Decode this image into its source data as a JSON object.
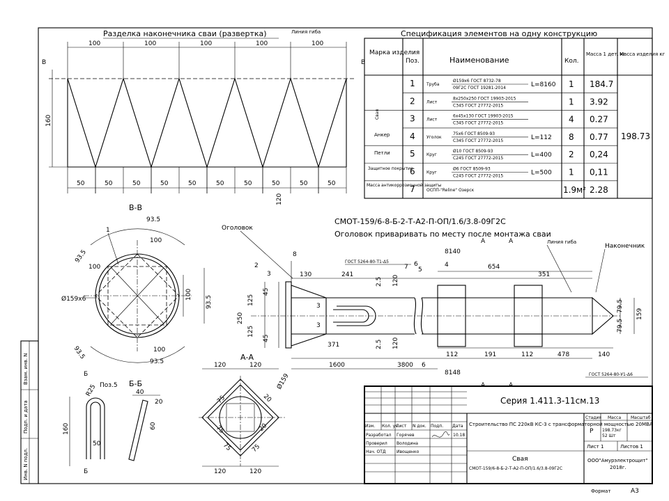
{
  "unfold": {
    "title": "Разделка наконечника сваи (развертка)",
    "bend_label": "Линия гиба",
    "top_dims": [
      "100",
      "100",
      "100",
      "100",
      "100"
    ],
    "bottom_dims": [
      "50",
      "50",
      "50",
      "50",
      "50",
      "50",
      "50",
      "50",
      "50",
      "50"
    ],
    "height": "160",
    "section_mark": "В"
  },
  "spec": {
    "title": "Спецификация элементов на одну конструкцию",
    "headers": {
      "mark": "Марка изделия",
      "pos": "Поз.",
      "name": "Наименование",
      "qty": "Кол.",
      "mass_unit": "Масса 1 дет. кг",
      "mass_total": "Масса изделия кг"
    },
    "groups": {
      "svaya": "Свая",
      "anker": "Анкер",
      "petlya": "Петли",
      "coat": "Защитное покрытие",
      "note": "Масса антикоррозионной защиты"
    },
    "rows": [
      {
        "pos": "1",
        "kind": "Труба",
        "line1": "Ø159х6 ГОСТ 8732-78",
        "line2": "09Г2С ГОСТ 19281-2014",
        "len": "L=8160",
        "qty": "1",
        "mass": "184.7"
      },
      {
        "pos": "2",
        "kind": "Лист",
        "line1": "8х250х250 ГОСТ 19903-2015",
        "line2": "С345 ГОСТ 27772-2015",
        "len": "",
        "qty": "1",
        "mass": "3.92"
      },
      {
        "pos": "3",
        "kind": "Лист",
        "line1": "6х45х130 ГОСТ 19903-2015",
        "line2": "С345 ГОСТ 27772-2015",
        "len": "",
        "qty": "4",
        "mass": "0.27"
      },
      {
        "pos": "4",
        "kind": "Уголок",
        "line1": "75х6 ГОСТ 8509-93",
        "line2": "С345 ГОСТ 27772-2015",
        "len": "L=112",
        "qty": "8",
        "mass": "0.77"
      },
      {
        "pos": "5",
        "kind": "Круг",
        "line1": "Ø10 ГОСТ 8509-93",
        "line2": "С245 ГОСТ 27772-2015",
        "len": "L=400",
        "qty": "2",
        "mass": "0,24"
      },
      {
        "pos": "6",
        "kind": "Круг",
        "line1": "Ø6 ГОСТ 8509-93",
        "line2": "С245 ГОСТ 27772-2015",
        "len": "L=500",
        "qty": "1",
        "mass": "0,11"
      },
      {
        "pos": "7",
        "kind": "ОСПП-\"Reline\" Озерск",
        "line1": "",
        "line2": "",
        "len": "",
        "qty": "1.9м²",
        "mass": "2.28"
      }
    ],
    "total": "198.73"
  },
  "section_bb": {
    "title": "В-В",
    "dims": [
      "93.5",
      "100",
      "93.5",
      "100",
      "100",
      "93.5",
      "93.5",
      "100",
      "93.5"
    ],
    "diameter": "Ø159х6",
    "mark1": "1"
  },
  "main_view": {
    "code": "СМОТ-159/6-8-Б-2-Т-А2-П-ОП/1.6/3.8-09Г2С",
    "note": "Оголовок приваривать по месту после монтажа сваи",
    "head_label": "Оголовок",
    "tip_label": "Наконечник",
    "bend_label": "Линия гиба",
    "gost_top": "ГОСТ 5264-80-Т1-Δ5",
    "gost_bottom": "ГОСТ 5264-80-У1-Δ6",
    "dims": {
      "d8": "8",
      "d8140": "8140",
      "d654": "654",
      "d130": "130",
      "d241": "241",
      "d351": "351",
      "d2_5a": "2.5",
      "d120a": "120",
      "d250": "250",
      "d125a": "125",
      "d125b": "125",
      "d45a": "45",
      "d45b": "45",
      "d3a": "3",
      "d3b": "3",
      "d371": "371",
      "d2_5b": "2.5",
      "d120b": "120",
      "d79_5a": "79.5",
      "d79_5b": "79.5",
      "d159": "159",
      "d112a": "112",
      "d191": "191",
      "d112b": "112",
      "d478": "478",
      "d140": "140",
      "d1600": "1600",
      "d3800": "3800",
      "d6": "6",
      "d8148": "8148",
      "d120v": "120"
    },
    "callouts": [
      "2",
      "3",
      "4",
      "5",
      "6",
      "7"
    ],
    "section_a": "А"
  },
  "section_aa": {
    "title": "А-А",
    "dims": [
      "120",
      "120",
      "75",
      "75",
      "75",
      "75",
      "20",
      "20",
      "120",
      "120",
      "Ø159"
    ]
  },
  "pos5": {
    "title": "Поз.5",
    "dims": {
      "r": "R25",
      "h": "160",
      "w": "50"
    },
    "mark": "Б"
  },
  "section_bb2": {
    "title": "Б-Б",
    "dims": {
      "a": "40",
      "b": "20",
      "c": "60"
    }
  },
  "title_block": {
    "series": "Серия 1.411.3-11см.13",
    "project": "Строительство ПС 220кВ КС-3 с трансформаторной мощностью 20МВА",
    "item": "Свая",
    "item_code": "СМОТ-159/6-8-Б-2-Т-А2-П-ОП/1.6/3.8-09Г2С",
    "head_cols": [
      "Изм.",
      "Кол. уч.",
      "Лист",
      "N док.",
      "Подп.",
      "Дата"
    ],
    "roles": [
      {
        "role": "Разработал",
        "name": "Горячев",
        "date": "10.18"
      },
      {
        "role": "Проверил",
        "name": "Володина",
        "date": ""
      },
      {
        "role": "Нач. ОТД",
        "name": "Ивощенко",
        "date": ""
      }
    ],
    "stage_h": "Стадия",
    "mass_h": "Масса",
    "scale_h": "Масштаб",
    "stage": "Р",
    "mass": "198.73кг",
    "mass_sub": "52 Шт",
    "sheet": "Лист 1",
    "sheets": "Листов 1",
    "company": "ООО\"Амурэлектрощит\"",
    "year": "2018г.",
    "format_label": "Формат",
    "format": "А3"
  },
  "side_stamps": [
    "Инв. N подл.",
    "Подп. и дата",
    "Взам. инв. N"
  ]
}
